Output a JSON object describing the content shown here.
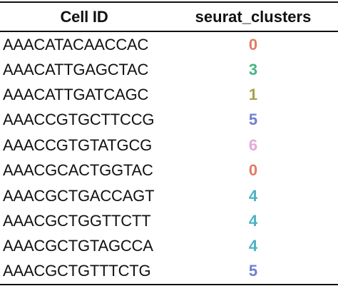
{
  "table": {
    "headers": {
      "cell_id": "Cell ID",
      "cluster": "seurat_clusters"
    },
    "rows": [
      {
        "cell_id": "AAACATACAACCAC",
        "cluster": "0",
        "color": "#E07B63"
      },
      {
        "cell_id": "AAACATTGAGCTAC",
        "cluster": "3",
        "color": "#45B583"
      },
      {
        "cell_id": "AAACATTGATCAGC",
        "cluster": "1",
        "color": "#A8A24A"
      },
      {
        "cell_id": "AAACCGTGCTTCCG",
        "cluster": "5",
        "color": "#6E7FCF"
      },
      {
        "cell_id": "AAACCGTGTATGCG",
        "cluster": "6",
        "color": "#E3A9D9"
      },
      {
        "cell_id": "AAACGCACTGGTAC",
        "cluster": "0",
        "color": "#E07B63"
      },
      {
        "cell_id": "AAACGCTGACCAGT",
        "cluster": "4",
        "color": "#4FB1C4"
      },
      {
        "cell_id": "AAACGCTGGTTCTT",
        "cluster": "4",
        "color": "#4FB1C4"
      },
      {
        "cell_id": "AAACGCTGTAGCCA",
        "cluster": "4",
        "color": "#4FB1C4"
      },
      {
        "cell_id": "AAACGCTGTTTCTG",
        "cluster": "5",
        "color": "#6E7FCF"
      }
    ]
  }
}
